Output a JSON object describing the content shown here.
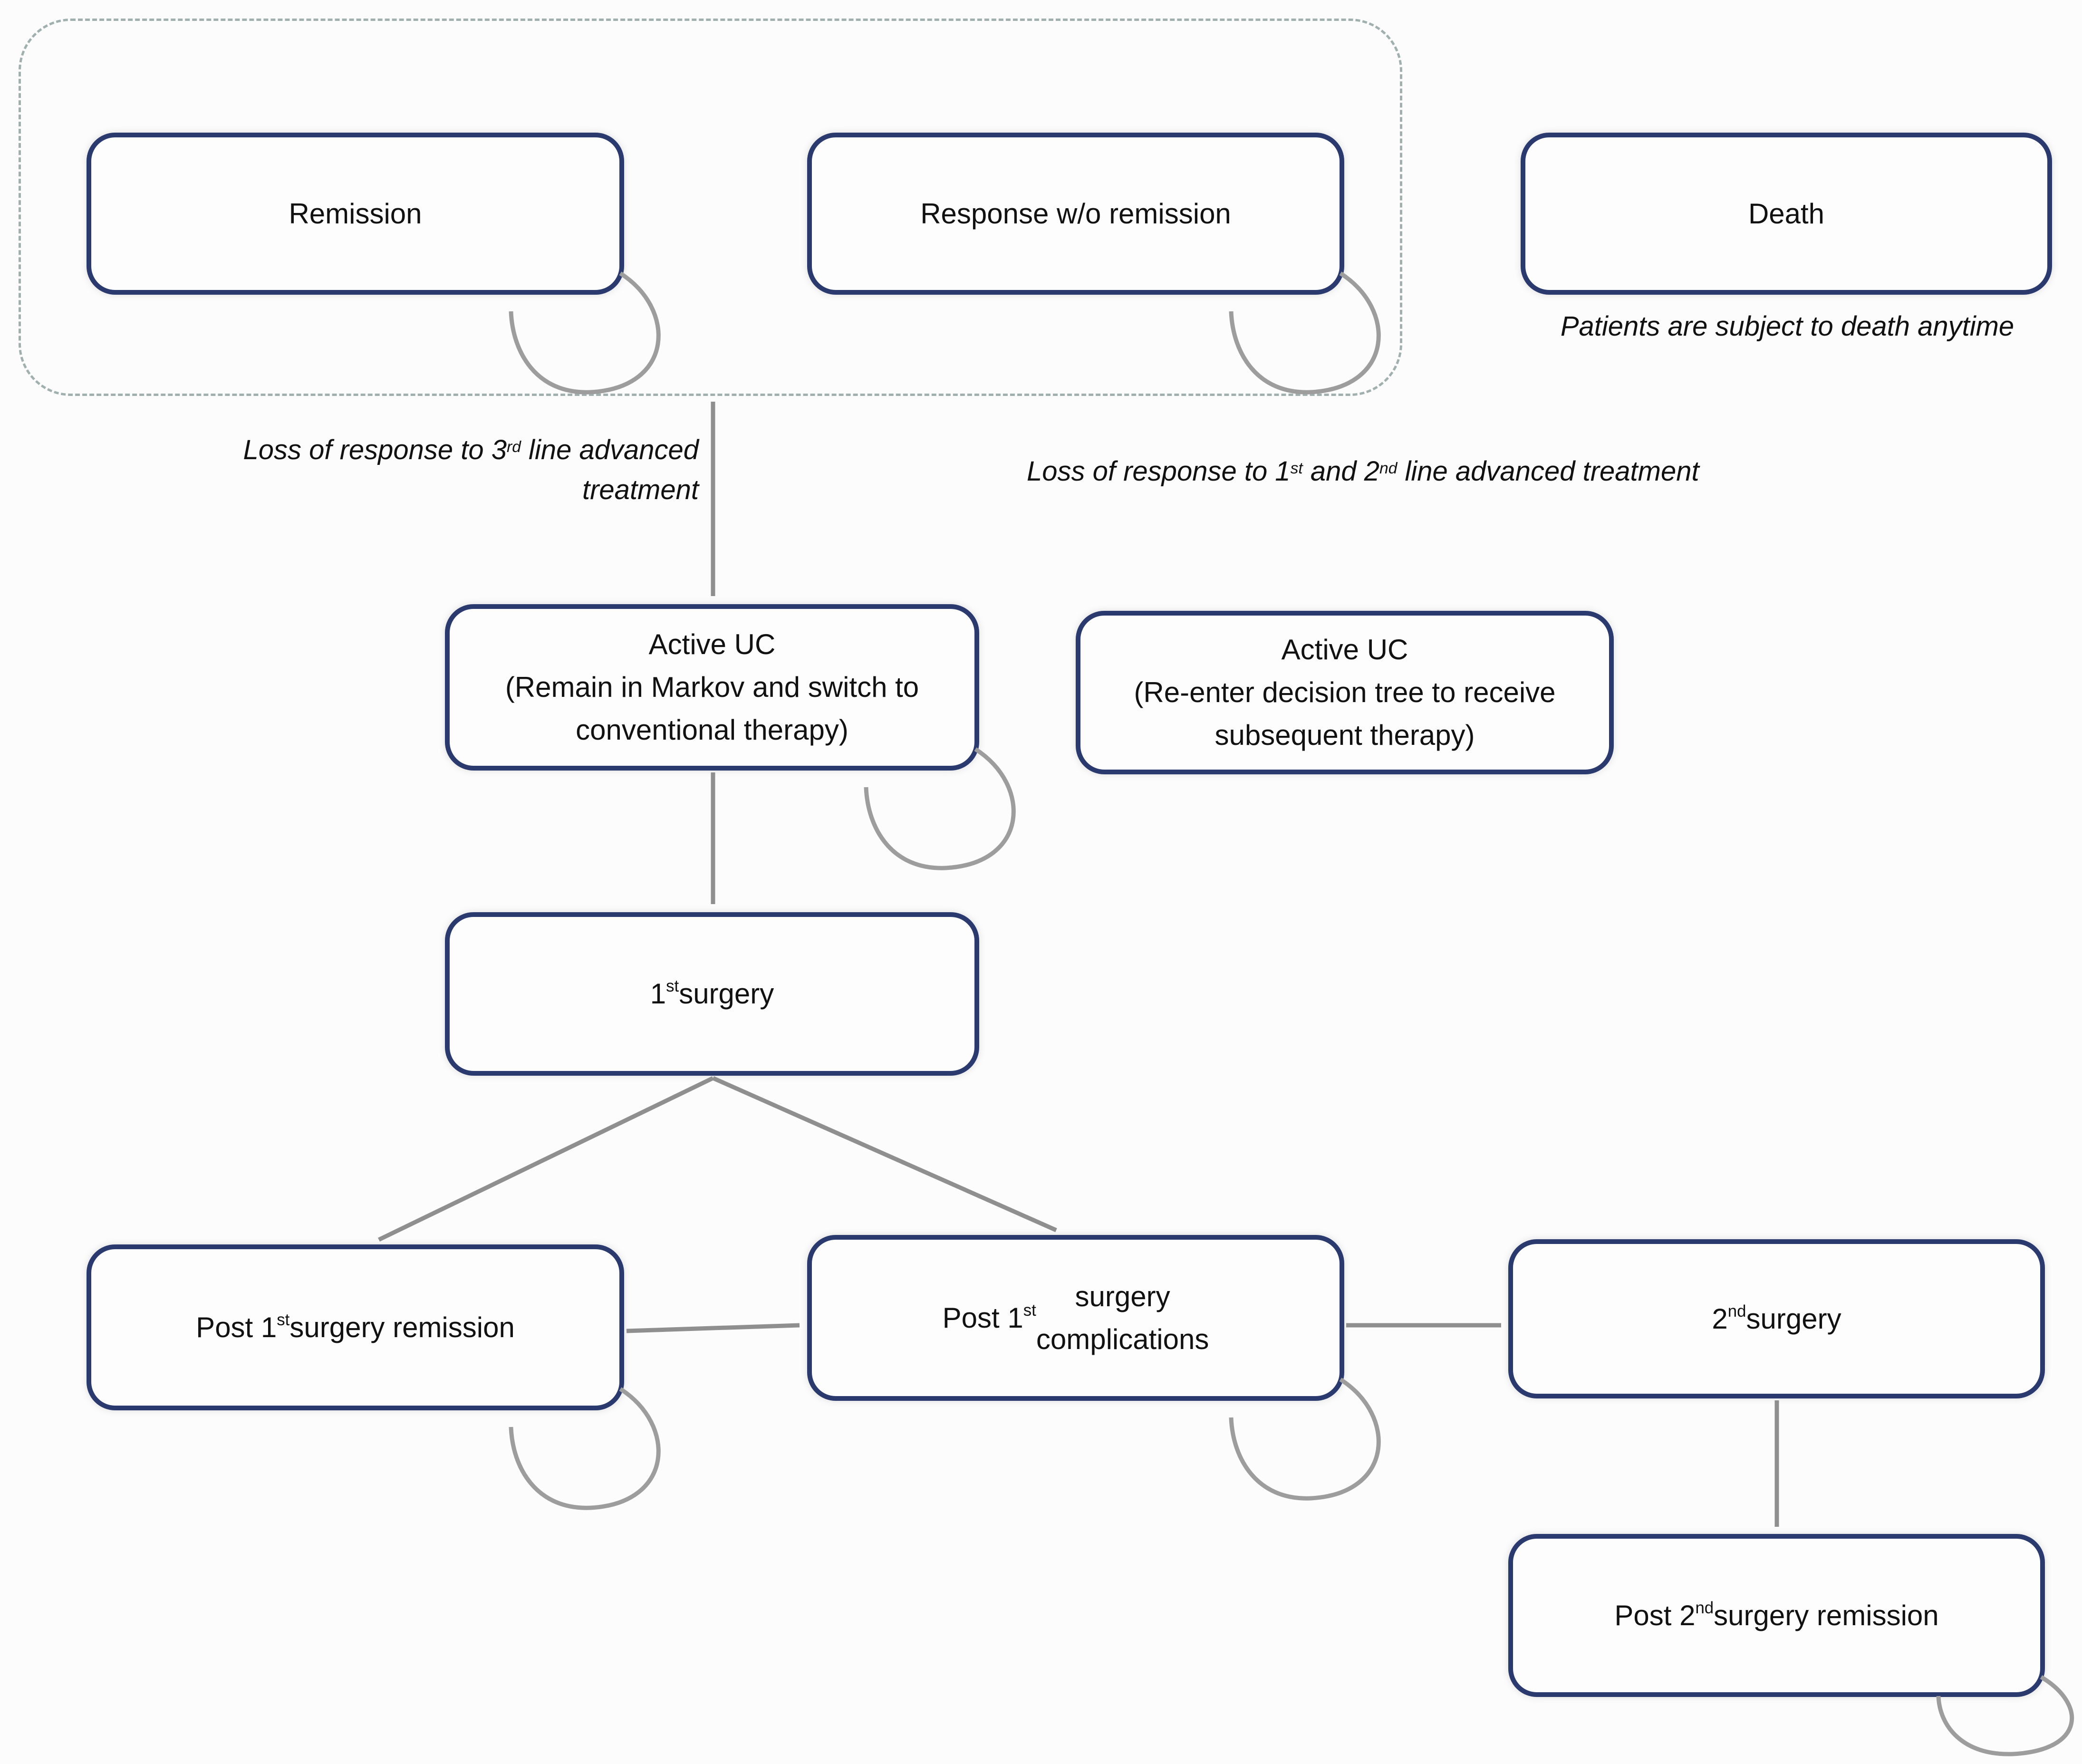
{
  "colors": {
    "box_border": "#2a3a6e",
    "arrow": "#8f8f8f",
    "loop_arrow": "#9d9d9d",
    "dashed_border": "#9fb0ae",
    "text": "#111111",
    "background": "#fcfcfc"
  },
  "boxes": {
    "remission": {
      "label": "Remission"
    },
    "response": {
      "label": "Response w/o remission"
    },
    "death": {
      "label": "Death"
    },
    "active_markov": {
      "label": "Active UC\n(Remain in Markov and switch to\nconventional therapy)"
    },
    "active_reenter": {
      "label": "Active UC\n(Re-enter decision tree to receive\nsubsequent therapy)"
    },
    "surgery1": {
      "label": "1^st^ surgery"
    },
    "post1_remission": {
      "label": "Post 1^st^ surgery remission"
    },
    "post1_complications": {
      "label": "Post 1^st^ surgery\ncomplications"
    },
    "surgery2": {
      "label": "2^nd^ surgery"
    },
    "post2_remission": {
      "label": "Post 2^nd^ surgery remission"
    }
  },
  "annotations": {
    "death_note": "Patients are subject to death anytime",
    "loss_3rd": "Loss of response to 3^rd^ line advanced\ntreatment",
    "loss_1st_2nd": "Loss of response to 1^st^ and 2^nd^ line advanced treatment"
  }
}
